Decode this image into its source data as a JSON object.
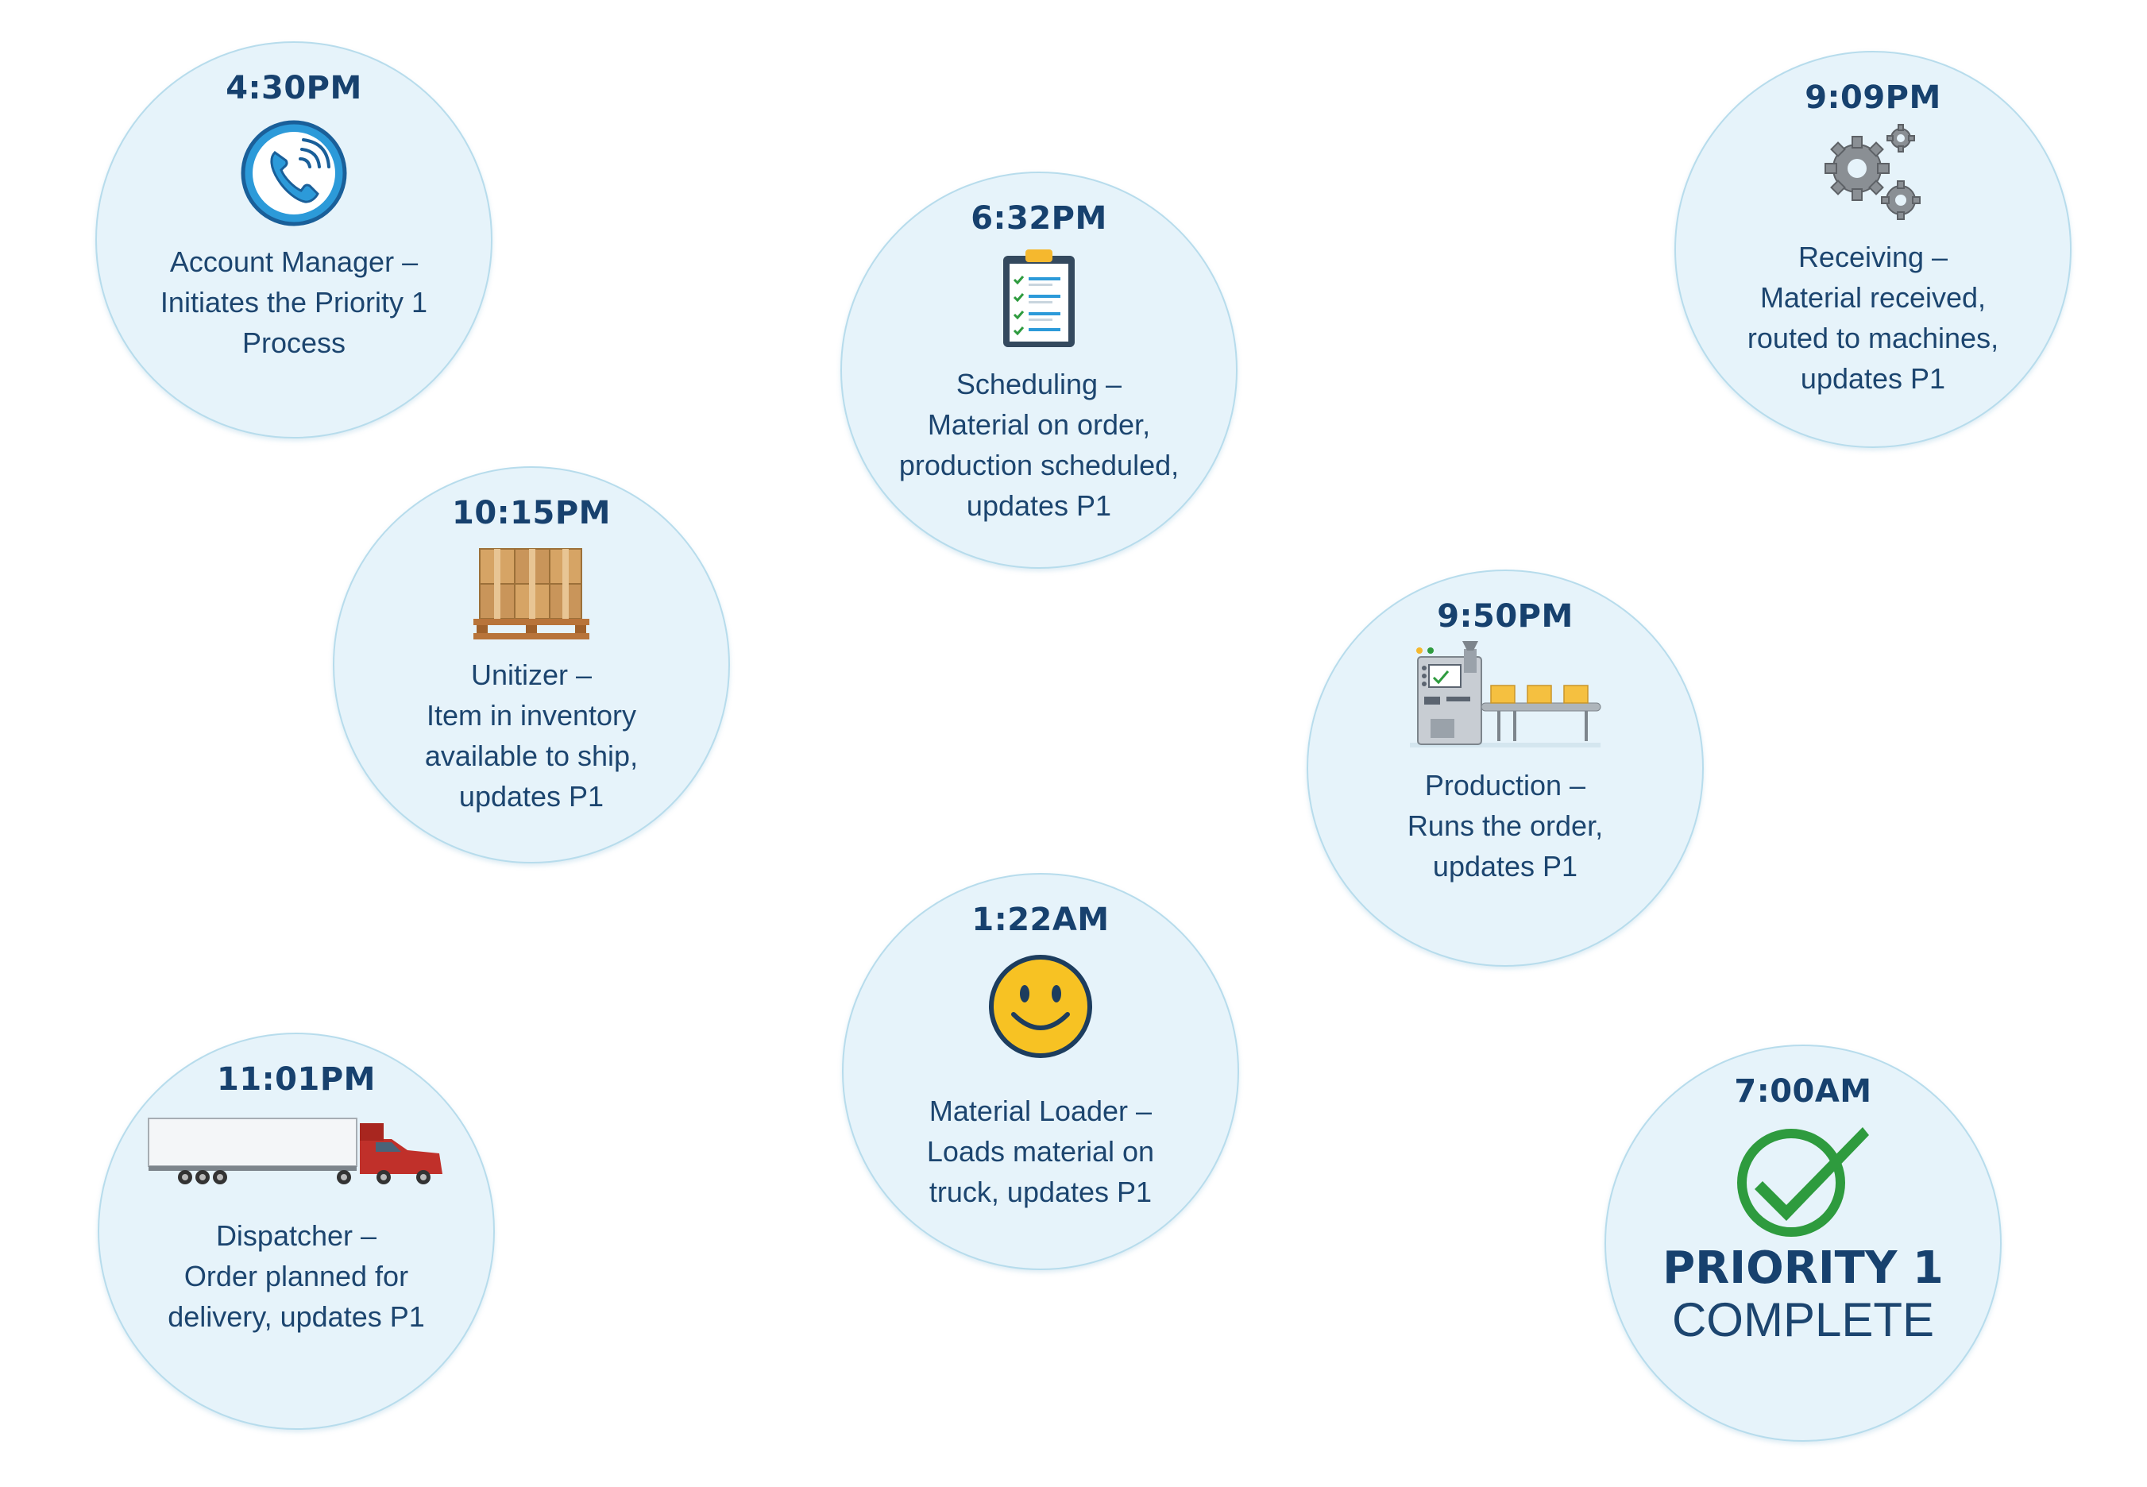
{
  "steps": [
    {
      "time": "4:30PM",
      "icon": "phone-icon",
      "lines": [
        "Account Manager –",
        "Initiates the Priority 1",
        "Process"
      ]
    },
    {
      "time": "6:32PM",
      "icon": "clipboard-checklist-icon",
      "lines": [
        "Scheduling –",
        "Material on order,",
        "production scheduled,",
        "updates P1"
      ]
    },
    {
      "time": "9:09PM",
      "icon": "gears-icon",
      "lines": [
        "Receiving –",
        "Material received,",
        "routed to machines,",
        "updates P1"
      ]
    },
    {
      "time": "10:15PM",
      "icon": "boxes-on-pallet-icon",
      "lines": [
        "Unitizer –",
        "Item in inventory",
        "available to ship,",
        "updates P1"
      ]
    },
    {
      "time": "9:50PM",
      "icon": "production-line-icon",
      "lines": [
        "Production –",
        "Runs the order,",
        "updates P1"
      ]
    },
    {
      "time": "1:22AM",
      "icon": "smiley-face-icon",
      "lines": [
        "Material Loader –",
        "Loads material on",
        "truck, updates P1"
      ]
    },
    {
      "time": "11:01PM",
      "icon": "semi-truck-icon",
      "lines": [
        "Dispatcher –",
        "Order planned for",
        "delivery, updates P1"
      ]
    }
  ],
  "final": {
    "time": "7:00AM",
    "icon": "checkmark-icon",
    "title": "PRIORITY 1",
    "subtitle": "COMPLETE"
  },
  "colors": {
    "circle_fill": "#e6f3fa",
    "circle_border": "#b7dcec",
    "text_navy": "#17416e",
    "check_green": "#2e9b3e",
    "phone_blue": "#2c9ad9",
    "truck_red": "#c0302a",
    "smiley_yellow": "#f7c223"
  }
}
